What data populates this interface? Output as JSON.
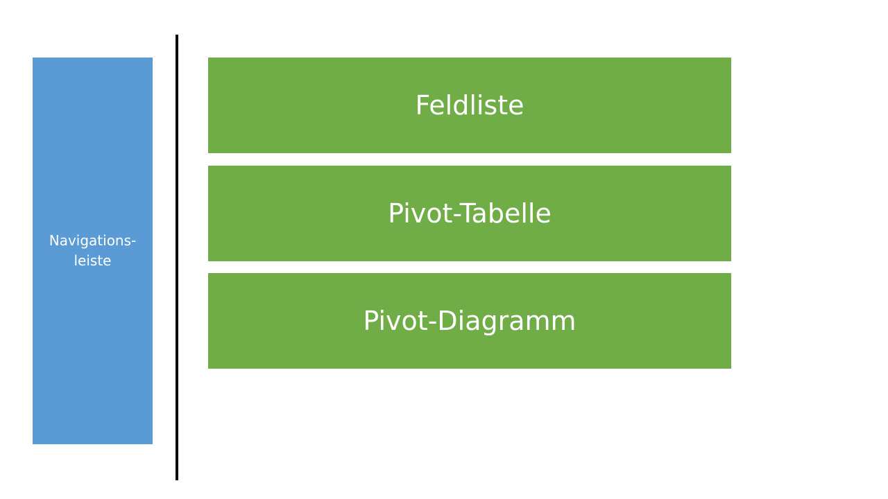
{
  "colors": {
    "navigation": "#5b9bd5",
    "panels": "#70ad47",
    "divider": "#000000",
    "text": "#ffffff"
  },
  "navigation": {
    "line1": "Navigations-",
    "line2": "leiste"
  },
  "panels": [
    {
      "label": "Feldliste"
    },
    {
      "label": "Pivot-Tabelle"
    },
    {
      "label": "Pivot-Diagramm"
    }
  ]
}
